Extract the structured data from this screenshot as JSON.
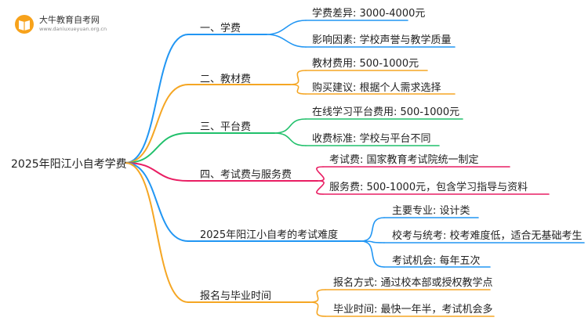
{
  "logo": {
    "title": "大牛教育自考网",
    "url": "www.daniuxueyuan.org.cn"
  },
  "root": "2025年阳江小自考学费",
  "branches": [
    {
      "label": "一、学费",
      "color": "#2196f3",
      "leaves": [
        "学费差异: 3000-4000元",
        "影响因素: 学校声誉与教学质量"
      ]
    },
    {
      "label": "二、教材费",
      "color": "#f5a623",
      "leaves": [
        "教材费用: 500-1000元",
        "购买建议: 根据个人需求选择"
      ]
    },
    {
      "label": "三、平台费",
      "color": "#20c06b",
      "leaves": [
        "在线学习平台费用: 500-1000元",
        "收费标准: 学校与平台不同"
      ]
    },
    {
      "label": "四、考试费与服务费",
      "color": "#e91e63",
      "leaves": [
        "考试费: 国家教育考试院统一制定",
        "服务费: 500-1000元，包含学习指导与资料"
      ]
    },
    {
      "label": "2025年阳江小自考的考试难度",
      "color": "#2196f3",
      "leaves": [
        "主要专业: 设计类",
        "校考与统考: 校考难度低，适合无基础考生",
        "考试机会: 每年五次"
      ]
    },
    {
      "label": "报名与毕业时间",
      "color": "#f5a623",
      "leaves": [
        "报名方式: 通过校本部或授权教学点",
        "毕业时间: 最快一年半，考试机会多"
      ]
    }
  ]
}
